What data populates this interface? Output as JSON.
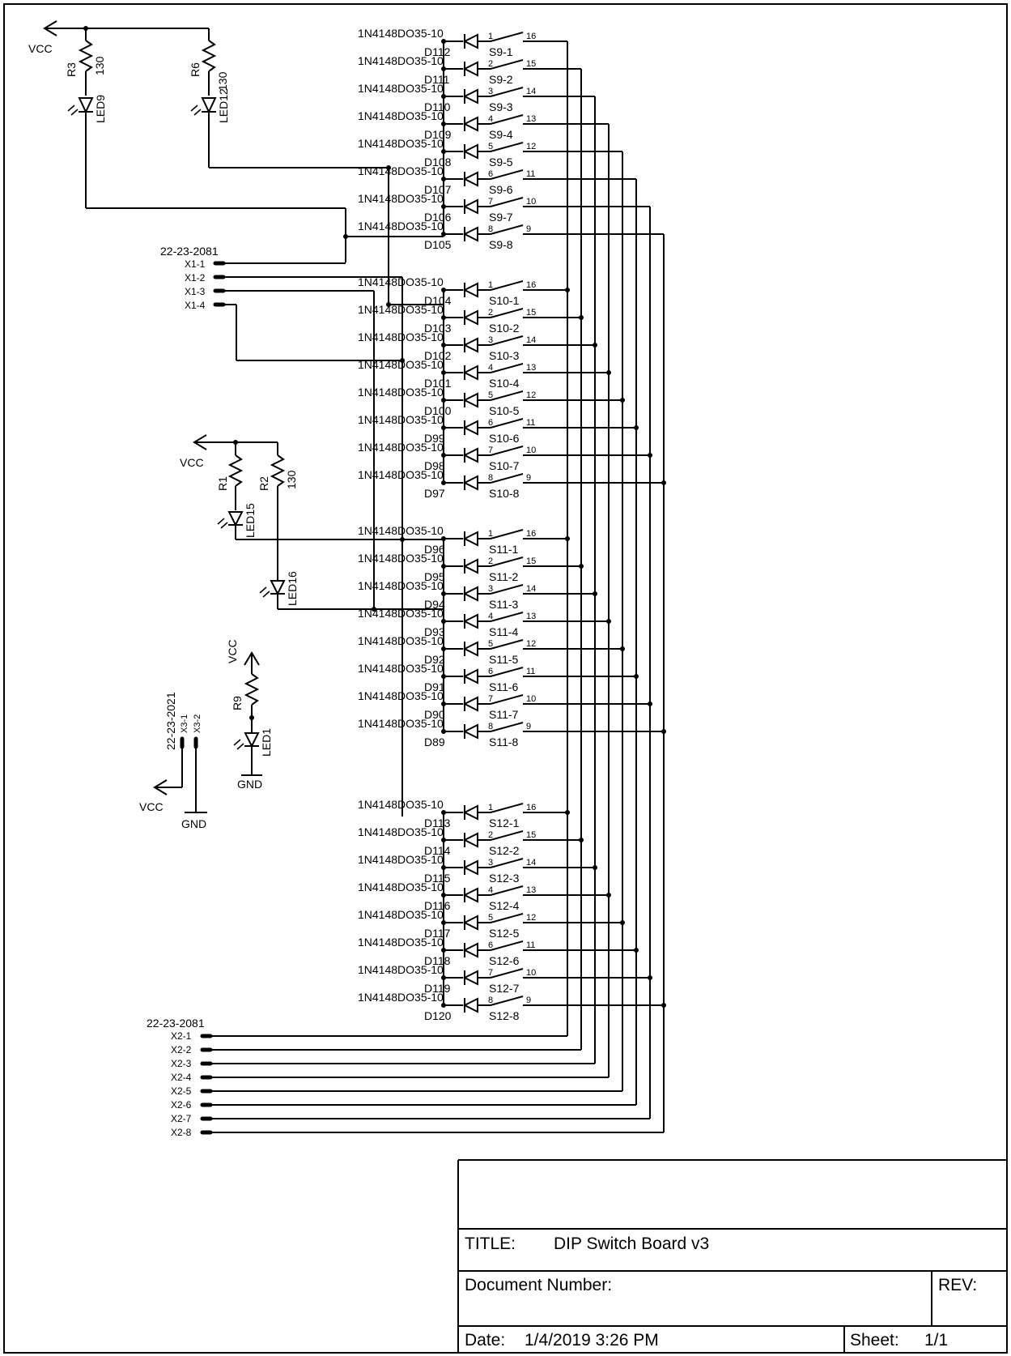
{
  "title_block": {
    "title_label": "TITLE:",
    "title": "DIP Switch Board v3",
    "doc_number_label": "Document Number:",
    "rev_label": "REV:",
    "date_label": "Date:",
    "date": "1/4/2019 3:26 PM",
    "sheet_label": "Sheet:",
    "sheet": "1/1"
  },
  "labels": {
    "vcc": "VCC",
    "gnd": "GND",
    "x1_part": "22-23-2081",
    "x2_part": "22-23-2081",
    "x3_part": "22-23-2021",
    "x1_pins": [
      "X1-1",
      "X1-2",
      "X1-3",
      "X1-4"
    ],
    "x2_pins": [
      "X2-1",
      "X2-2",
      "X2-3",
      "X2-4",
      "X2-5",
      "X2-6",
      "X2-7",
      "X2-8"
    ],
    "x3_pins": [
      "X3-1",
      "X3-2"
    ]
  },
  "resistors": [
    {
      "ref": "R3",
      "value": "130"
    },
    {
      "ref": "R6",
      "value": "130"
    },
    {
      "ref": "R1",
      "value": ""
    },
    {
      "ref": "R2",
      "value": "130"
    },
    {
      "ref": "R9",
      "value": ""
    }
  ],
  "leds": [
    "LED9",
    "LED12",
    "LED15",
    "LED16",
    "LED1"
  ],
  "diode_part": "1N4148DO35-10",
  "switch_groups": [
    {
      "name": "S9",
      "diodes": [
        "D112",
        "D111",
        "D110",
        "D109",
        "D108",
        "D107",
        "D106",
        "D105"
      ]
    },
    {
      "name": "S10",
      "diodes": [
        "D104",
        "D103",
        "D102",
        "D101",
        "D100",
        "D99",
        "D98",
        "D97"
      ]
    },
    {
      "name": "S11",
      "diodes": [
        "D96",
        "D95",
        "D94",
        "D93",
        "D92",
        "D91",
        "D90",
        "D89"
      ]
    },
    {
      "name": "S12",
      "diodes": [
        "D113",
        "D114",
        "D115",
        "D116",
        "D117",
        "D118",
        "D119",
        "D120"
      ]
    }
  ],
  "switch_pins": [
    [
      "1",
      "16"
    ],
    [
      "2",
      "15"
    ],
    [
      "3",
      "14"
    ],
    [
      "4",
      "13"
    ],
    [
      "5",
      "12"
    ],
    [
      "6",
      "11"
    ],
    [
      "7",
      "10"
    ],
    [
      "8",
      "9"
    ]
  ]
}
